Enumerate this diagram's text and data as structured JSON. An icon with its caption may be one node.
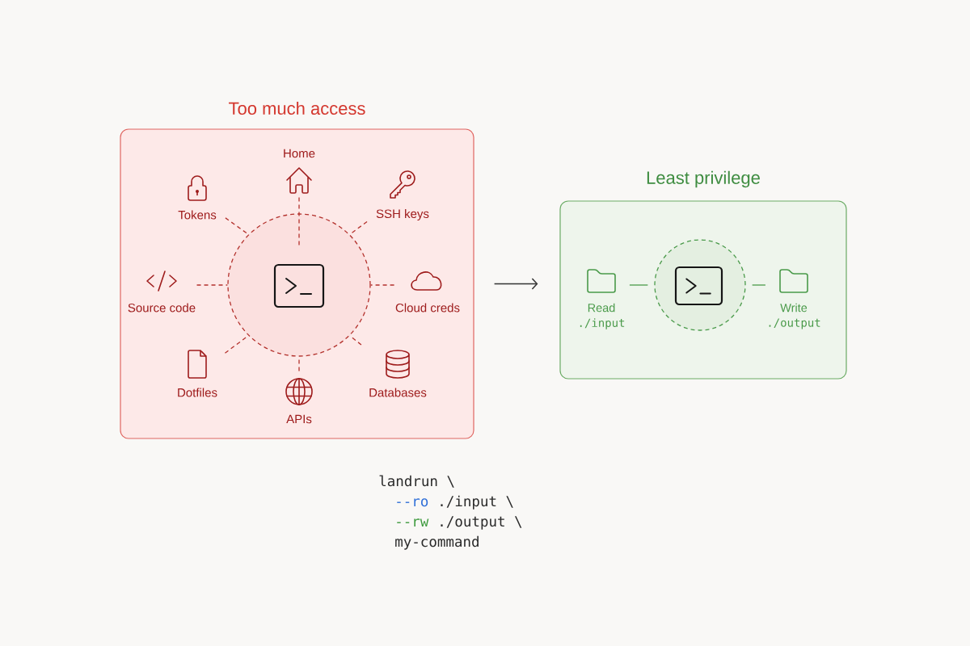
{
  "diagram": {
    "nodes": [
      {
        "text": [
          "Too much access"
        ]
      },
      {
        "text": [],
        "shape": "circle",
        "in": 0
      },
      {
        "text": [
          "Home"
        ],
        "in": 0
      },
      {
        "text": [
          "Tokens"
        ],
        "in": 0
      },
      {
        "text": [
          "SSH keys"
        ],
        "in": 0
      },
      {
        "text": [
          "Source code"
        ],
        "in": 0
      },
      {
        "text": [
          "Cloud creds"
        ],
        "in": 0
      },
      {
        "text": [
          "Dotfiles"
        ],
        "in": 0
      },
      {
        "text": [
          "Databases"
        ],
        "in": 0
      },
      {
        "text": [
          "APIs"
        ],
        "in": 0
      },
      {
        "text": [
          "Least privilege"
        ]
      },
      {
        "text": [
          "Read",
          "./input"
        ],
        "in": 10
      },
      {
        "text": [],
        "shape": "circle",
        "in": 10
      },
      {
        "text": [
          "Write",
          "./output"
        ],
        "in": 10
      }
    ],
    "edges": [
      {
        "from": 2,
        "to": 1,
        "arrow": "none",
        "style": "dashed"
      },
      {
        "from": 3,
        "to": 1,
        "arrow": "none",
        "style": "dashed"
      },
      {
        "from": 4,
        "to": 1,
        "arrow": "none",
        "style": "dashed"
      },
      {
        "from": 5,
        "to": 1,
        "arrow": "none",
        "style": "dashed"
      },
      {
        "from": 6,
        "to": 1,
        "arrow": "none",
        "style": "dashed"
      },
      {
        "from": 7,
        "to": 1,
        "arrow": "none",
        "style": "dashed"
      },
      {
        "from": 8,
        "to": 1,
        "arrow": "none",
        "style": "dashed"
      },
      {
        "from": 9,
        "to": 1,
        "arrow": "none",
        "style": "dashed"
      },
      {
        "from": 0,
        "to": 10,
        "arrow": "to",
        "color": "#333333"
      },
      {
        "from": 11,
        "to": 12,
        "arrow": "none",
        "color": "#4a9a4a"
      },
      {
        "from": 12,
        "to": 13,
        "arrow": "none",
        "color": "#4a9a4a"
      }
    ],
    "labels": [
      "landrun \\",
      "--ro",
      "./input \\",
      "--rw",
      "./output \\",
      "my-command"
    ]
  }
}
